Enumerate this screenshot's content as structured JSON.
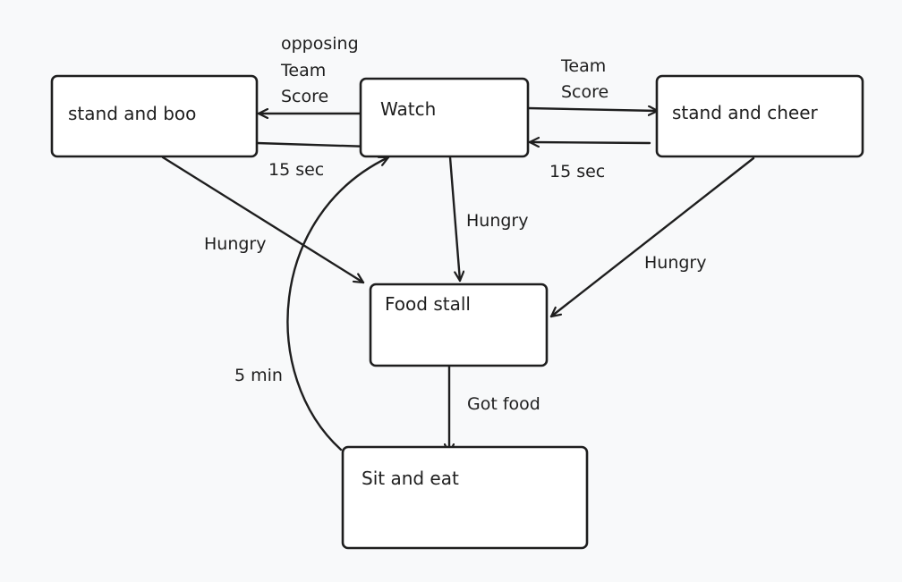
{
  "colors": {
    "background": "#f8f9fa",
    "stroke": "#1e1e1e",
    "node_fill": "#ffffff"
  },
  "nodes": {
    "stand_and_boo": "stand and boo",
    "watch": "Watch",
    "stand_and_cheer": "stand and cheer",
    "food_stall": "Food stall",
    "sit_and_eat": "Sit and eat"
  },
  "edges": {
    "watch_to_boo": [
      "opposing",
      "Team",
      "Score"
    ],
    "boo_to_watch": "15 sec",
    "watch_to_cheer": [
      "Team",
      "Score"
    ],
    "cheer_to_watch": "15 sec",
    "boo_to_food": "Hungry",
    "watch_to_food": "Hungry",
    "cheer_to_food": "Hungry",
    "food_to_eat": "Got food",
    "eat_to_watch": "5 min"
  }
}
